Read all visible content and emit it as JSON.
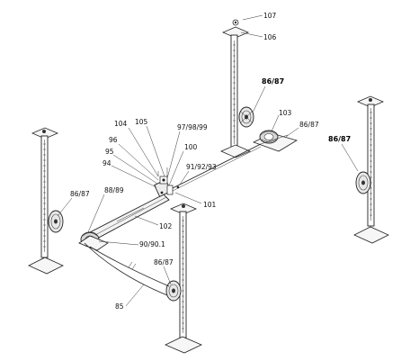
{
  "labels": {
    "l107": "107",
    "l106": "106",
    "l8687_top": "86/87",
    "l103": "103",
    "l8687_right_of_103": "86/87",
    "l8687_far_right": "86/87",
    "l104": "104",
    "l105": "105",
    "l979899": "97/98/99",
    "l96": "96",
    "l100": "100",
    "l95": "95",
    "l94": "94",
    "l919293": "91/92/93",
    "l101": "101",
    "l8889": "88/89",
    "l8687_left": "86/87",
    "l102": "102",
    "l90901": "90/90.1",
    "l8687_bottom": "86/87",
    "l85": "85"
  }
}
